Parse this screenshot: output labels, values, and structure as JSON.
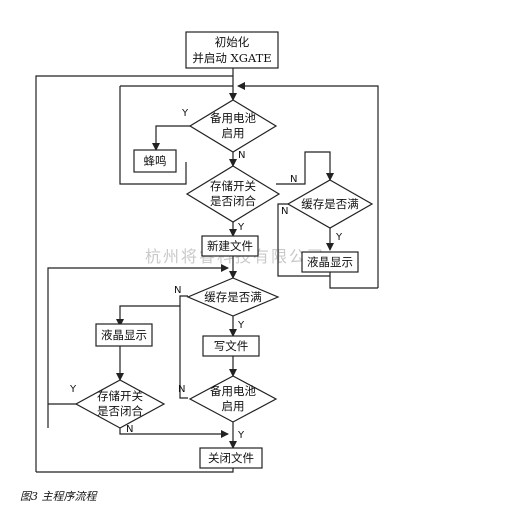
{
  "diagram": {
    "init": {
      "line1": "初始化",
      "line2": "并启动 XGATE"
    },
    "d_backup1": {
      "line1": "备用电池",
      "line2": "启用"
    },
    "buzzer": "蜂鸣",
    "d_switch1": {
      "line1": "存储开关",
      "line2": "是否闭合"
    },
    "d_cache_full1": "缓存是否满",
    "lcd1": "液晶显示",
    "new_file": "新建文件",
    "d_cache_full2": "缓存是否满",
    "write_file": "写文件",
    "lcd2": "液晶显示",
    "d_switch2": {
      "line1": "存储开关",
      "line2": "是否闭合"
    },
    "d_backup2": {
      "line1": "备用电池",
      "line2": "启用"
    },
    "close_file": "关闭文件",
    "labels": {
      "yes": "Y",
      "no": "N"
    },
    "watermark": "杭州将睿科技有限公司",
    "caption": "图3 主程序流程"
  }
}
